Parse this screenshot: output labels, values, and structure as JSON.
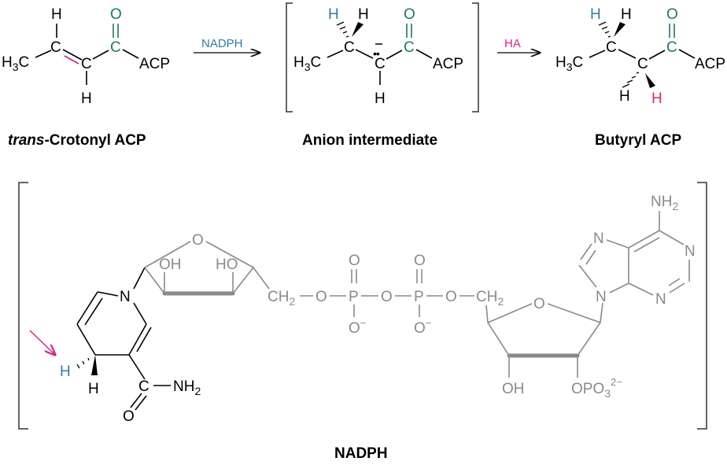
{
  "colors": {
    "black": "#000000",
    "gray": "#8a8a8a",
    "green": "#1a7a5e",
    "blue": "#2a7fa0",
    "pink": "#d4267e"
  },
  "reaction": {
    "arrow1_reagent": "NADPH",
    "arrow2_reagent": "HA"
  },
  "captions": {
    "crotonyl_prefix": "trans",
    "crotonyl_rest": "-Crotonyl ACP",
    "anion": "Anion intermediate",
    "butyryl": "Butyryl ACP",
    "nadph": "NADPH"
  },
  "atoms": {
    "H": "H",
    "C": "C",
    "O": "O",
    "N": "N",
    "P": "P",
    "OH": "OH",
    "HO": "HO",
    "ACP": "ACP",
    "H3C_H": "H",
    "H3C_3": "3",
    "H3C_C": "C",
    "NH2_NH": "NH",
    "NH2_2": "2",
    "CH2_CH": "CH",
    "CH2_2": "2",
    "O_minus": "−",
    "OPO3_O": "OPO",
    "OPO3_3": "3",
    "OPO3_charge": "2−",
    "lone_pair": "••"
  }
}
